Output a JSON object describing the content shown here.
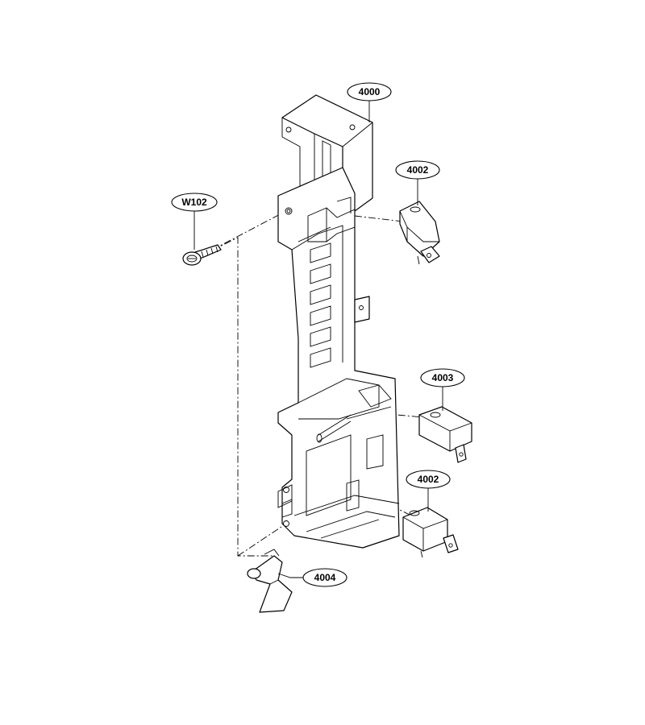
{
  "callouts": {
    "c4000": "4000",
    "c4002_top": "4002",
    "cW102": "W102",
    "c4003": "4003",
    "c4002_bottom": "4002",
    "c4004": "4004"
  },
  "colors": {
    "line": "#000000",
    "background": "#ffffff"
  }
}
